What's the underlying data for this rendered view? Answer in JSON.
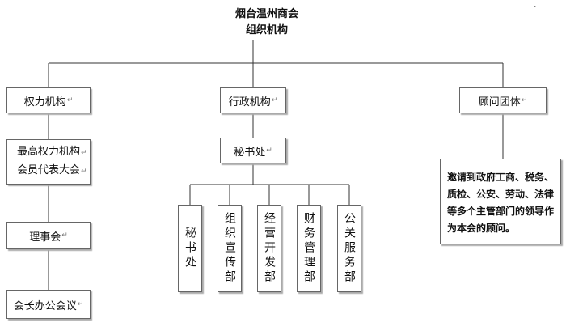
{
  "title": {
    "line1": "烟台温州商会",
    "line2": "组织机构"
  },
  "corner_mark": "·",
  "para_mark": "↵",
  "colors": {
    "line": "#333333",
    "border": "#666666",
    "shadow": "#aaaaaa"
  },
  "left": {
    "header": "权力机构",
    "highest": {
      "line1": "最高权力机构",
      "line2": "会员代表大会"
    },
    "council": "理事会",
    "presidents_office": "会长办公会议"
  },
  "middle": {
    "header": "行政机构",
    "secretariat": "秘书处",
    "departments": [
      "秘书处",
      "组织宣传部",
      "经营开发部",
      "财务管理部",
      "公关服务部"
    ]
  },
  "right": {
    "header": "顾问团体",
    "description": "邀请到政府工商、税务、质检、公安、劳动、法律等多个主管部门的领导作为本会的顾问。"
  }
}
